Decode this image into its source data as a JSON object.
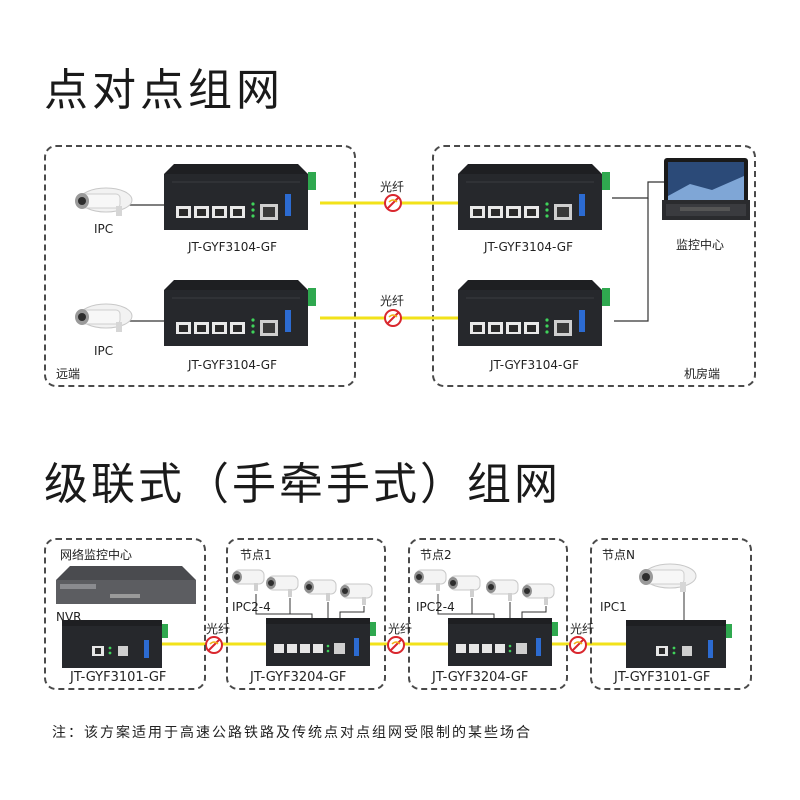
{
  "section1": {
    "title": "点对点组网",
    "left_group_label": "远端",
    "right_group_label": "机房端",
    "camera_label": "IPC",
    "fiber_label": "光纤",
    "device_model": "JT-GYF3104-GF",
    "monitor_label": "监控中心"
  },
  "section2": {
    "title": "级联式（手牵手式）组网",
    "nodes": [
      {
        "title": "网络监控中心",
        "sub_label": "NVR",
        "device_model": "JT-GYF3101-GF"
      },
      {
        "title": "节点1",
        "sub_label": "IPC2-4",
        "device_model": "JT-GYF3204-GF"
      },
      {
        "title": "节点2",
        "sub_label": "IPC2-4",
        "device_model": "JT-GYF3204-GF"
      },
      {
        "title": "节点N",
        "sub_label": "IPC1",
        "device_model": "JT-GYF3101-GF"
      }
    ],
    "fiber_label": "光纤"
  },
  "note": "注：该方案适用于高速公路铁路及传统点对点组网受限制的某些场合",
  "colors": {
    "fiber": "#f2e21a",
    "device_body": "#1e1f22",
    "terminal_green": "#2fa84f",
    "fiber_icon_red": "#d9272e",
    "dashed_border": "#4a4a4a"
  }
}
